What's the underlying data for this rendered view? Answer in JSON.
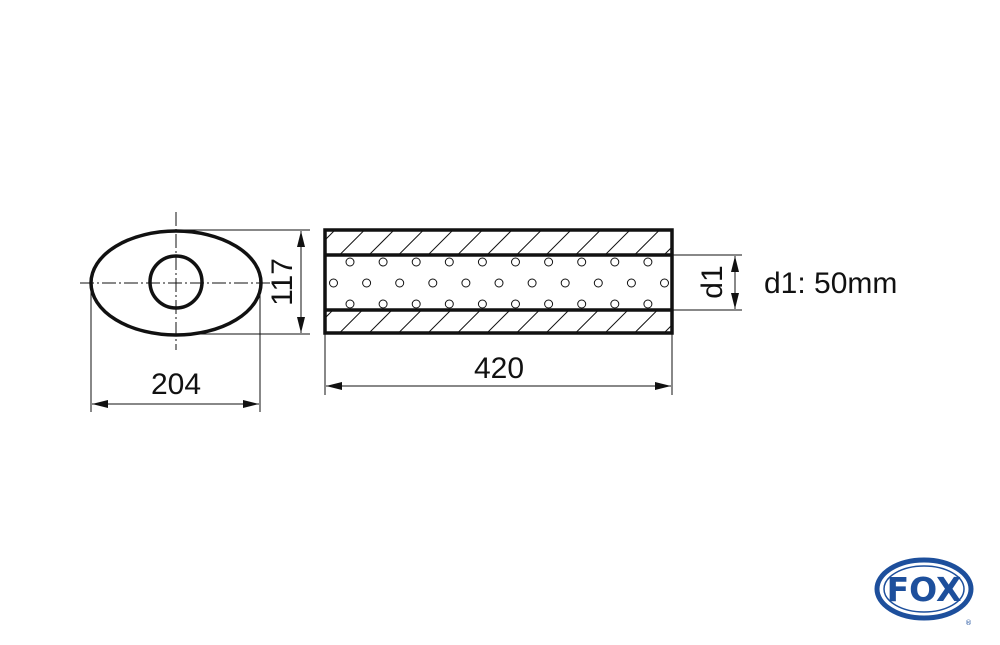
{
  "drawing": {
    "width_label": "204",
    "height_label": "117",
    "length_label": "420",
    "inner_diameter_label": "d1",
    "inner_diameter_spec": "d1: 50mm"
  },
  "logo": {
    "text": "FOX",
    "registered_mark": "®",
    "color": "#1d4f9c"
  }
}
